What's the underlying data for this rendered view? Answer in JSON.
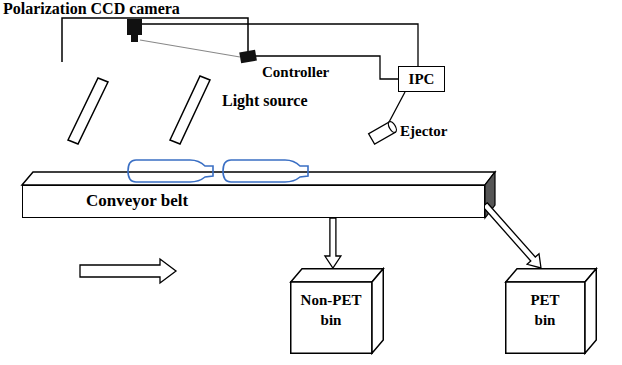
{
  "diagram": {
    "nodes": [
      {
        "text": [
          "Conveyor belt"
        ]
      },
      {
        "text": [
          "IPC"
        ]
      },
      {
        "text": [
          "Non-PET bin"
        ]
      },
      {
        "text": [
          "PET bin"
        ]
      }
    ],
    "edges": [
      {
        "from": 0,
        "to": 2,
        "arrow": "to"
      },
      {
        "from": 0,
        "to": 3,
        "arrow": "to"
      }
    ],
    "labels": [
      "Polarization CCD camera",
      "Controller",
      "Light source",
      "Ejector"
    ]
  }
}
